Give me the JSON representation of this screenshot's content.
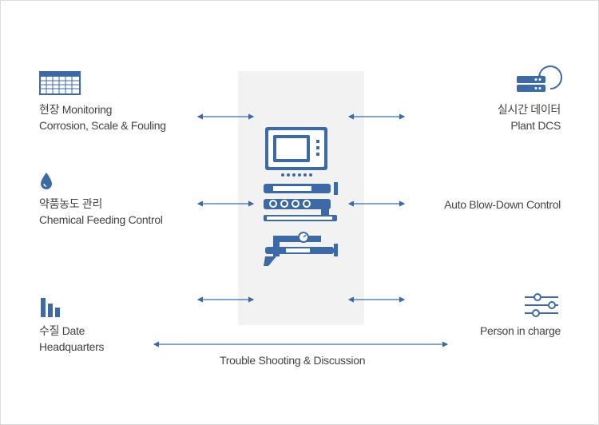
{
  "colors": {
    "primary": "#3d6aa5",
    "text": "#444444",
    "panel": "#f2f2f2"
  },
  "left": [
    {
      "line1": "현장 Monitoring",
      "line2": "Corrosion, Scale & Fouling",
      "icon": "grid-table-icon"
    },
    {
      "line1": "약품농도 관리",
      "line2": "Chemical Feeding Control",
      "icon": "water-drop-icon"
    },
    {
      "line1": "수질 Date",
      "line2": "Headquarters",
      "icon": "bar-chart-icon"
    }
  ],
  "right": [
    {
      "line1": "실시간 데이터",
      "line2": "Plant DCS",
      "icon": "server-sync-icon"
    },
    {
      "line1": "Auto Blow-Down Control",
      "icon": "none"
    },
    {
      "line1": "Person in charge",
      "icon": "sliders-icon"
    }
  ],
  "bottom_label": "Trouble Shooting & Discussion",
  "center": {
    "icon": "control-equipment-icon"
  }
}
